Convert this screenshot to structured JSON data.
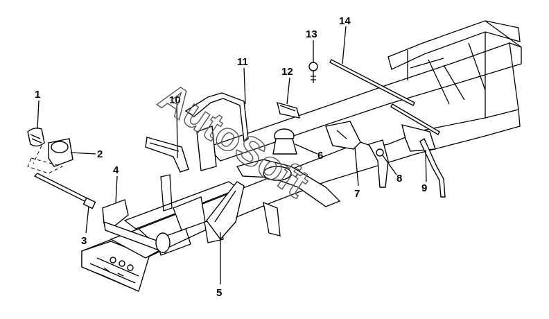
{
  "diagram": {
    "callouts": [
      "1",
      "2",
      "3",
      "4",
      "5",
      "6",
      "7",
      "8",
      "9",
      "10",
      "11",
      "12",
      "13",
      "14"
    ]
  },
  "watermark": {
    "text": "AutoSoft"
  }
}
